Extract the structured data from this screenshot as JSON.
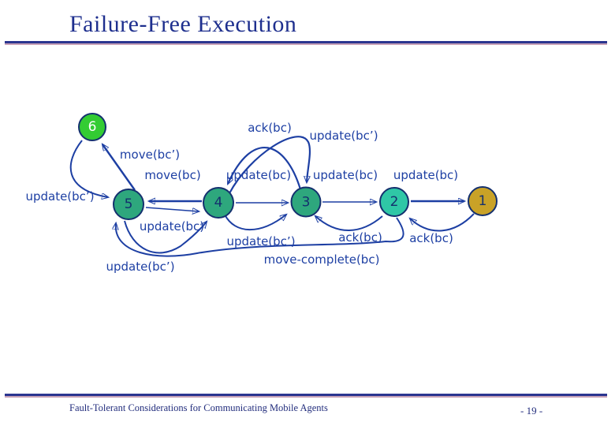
{
  "slide": {
    "title": "Failure-Free Execution",
    "footer_text": "Fault-Tolerant Considerations for Communicating Mobile Agents",
    "page_number": "- 19 -"
  },
  "colors": {
    "background": "#ffffff",
    "title_text": "#1e2f8e",
    "rule_navy": "#2b3590",
    "rule_pink": "#c9a3b8",
    "label_text": "#1d3fa3",
    "edge_stroke": "#1d3fa3",
    "node_border": "#14306e",
    "node_green": "#33cc33",
    "node_teal": "#2ea77d",
    "node_cyan": "#2fc7a6",
    "node_gold": "#c9a227",
    "footer_text": "#232e7d"
  },
  "diagram": {
    "nodes": [
      {
        "id": "6",
        "label": "6",
        "fill": "#33cc33",
        "text": "#ffffff"
      },
      {
        "id": "5",
        "label": "5",
        "fill": "#2ea77d",
        "text": "#14306e"
      },
      {
        "id": "4",
        "label": "4",
        "fill": "#2ea77d",
        "text": "#14306e"
      },
      {
        "id": "3",
        "label": "3",
        "fill": "#2ea77d",
        "text": "#14306e"
      },
      {
        "id": "2",
        "label": "2",
        "fill": "#2fc7a6",
        "text": "#14306e"
      },
      {
        "id": "1",
        "label": "1",
        "fill": "#c9a227",
        "text": "#14306e"
      }
    ],
    "labels": [
      {
        "text": "move(bc’)"
      },
      {
        "text": "move(bc)"
      },
      {
        "text": "update(bc)"
      },
      {
        "text": "update(bc)"
      },
      {
        "text": "update(bc)"
      },
      {
        "text": "ack(bc)"
      },
      {
        "text": "update(bc’)"
      },
      {
        "text": "update(bc’)"
      },
      {
        "text": "update(bc)"
      },
      {
        "text": "update(bc’)"
      },
      {
        "text": "update(bc’)"
      },
      {
        "text": "move-complete(bc)"
      },
      {
        "text": "ack(bc)"
      },
      {
        "text": "ack(bc)"
      }
    ],
    "edges": [
      {
        "from": "5",
        "to": "6",
        "message": "move(bc’)"
      },
      {
        "from": "6",
        "to": "5",
        "message": "update(bc’)"
      },
      {
        "from": "4",
        "to": "5",
        "message": "move(bc)"
      },
      {
        "from": "5",
        "to": "4",
        "message": "move(bc)"
      },
      {
        "from": "4",
        "to": "3",
        "message": "update(bc)"
      },
      {
        "from": "3",
        "to": "2",
        "message": "update(bc)"
      },
      {
        "from": "2",
        "to": "1",
        "message": "update(bc)"
      },
      {
        "from": "3",
        "to": "4",
        "message": "ack(bc)"
      },
      {
        "from": "4",
        "to": "3",
        "message": "update(bc’)"
      },
      {
        "from": "4",
        "to": "3",
        "message": "update(bc’)"
      },
      {
        "from": "5",
        "to": "4",
        "message": "update(bc)"
      },
      {
        "from": "2",
        "to": "5",
        "message": "move-complete(bc)"
      },
      {
        "from": "2",
        "to": "3",
        "message": "ack(bc)"
      },
      {
        "from": "1",
        "to": "2",
        "message": "ack(bc)"
      }
    ]
  }
}
